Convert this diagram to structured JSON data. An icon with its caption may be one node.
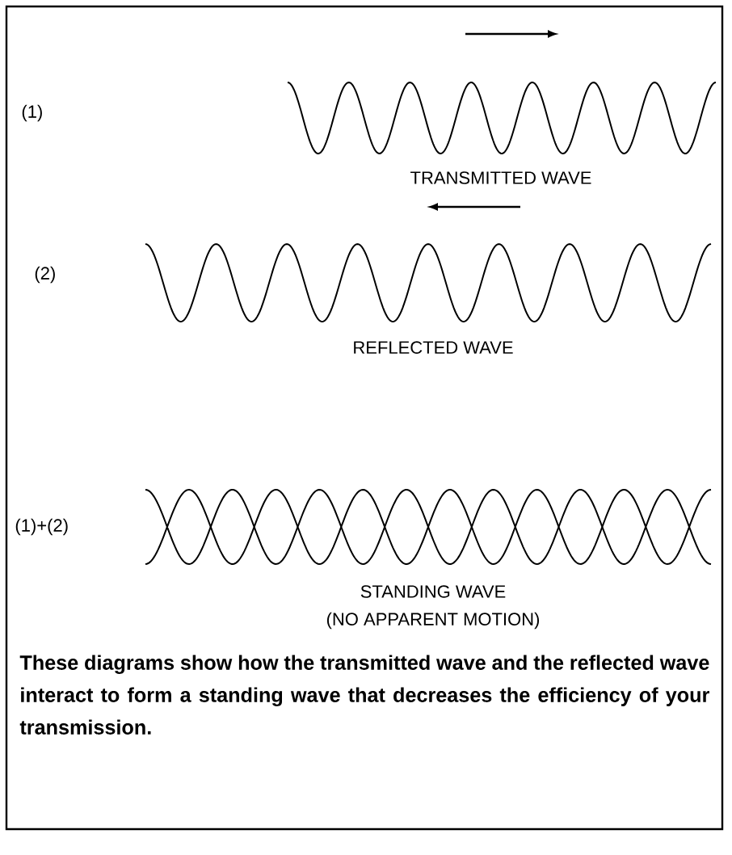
{
  "diagram": {
    "caption": "These diagrams show how the transmitted wave and the reflected wave interact to form a standing wave that decreases the efficiency of your transmission.",
    "labels": [
      "(1)",
      "TRANSMITTED WAVE",
      "(2)",
      "REFLECTED WAVE",
      "(1)+(2)",
      "STANDING WAVE",
      "(NO APPARENT MOTION)"
    ]
  }
}
